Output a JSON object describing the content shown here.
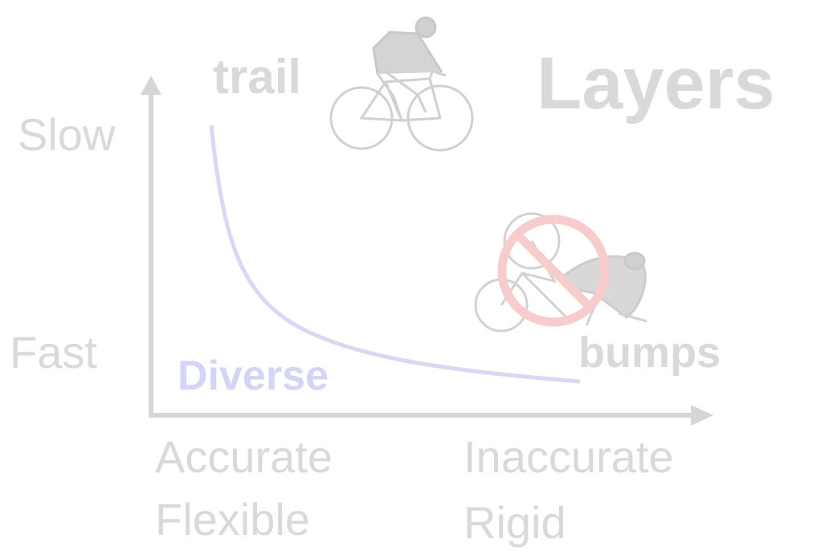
{
  "title": "Layers",
  "y_axis": {
    "top_label": "Slow",
    "bottom_label": "Fast"
  },
  "x_axis": {
    "left_label_line1": "Accurate",
    "left_label_line2": "Flexible",
    "right_label_line1": "Inaccurate",
    "right_label_line2": "Rigid"
  },
  "curve_label": "Diverse",
  "endpoints": {
    "start": "trail",
    "end": "bumps"
  },
  "icons": {
    "cyclist": "cyclist-riding-icon",
    "crash": "cyclist-crash-icon",
    "prohibited": "no-sign-icon"
  },
  "colors": {
    "text": "#d9d9d9",
    "axis": "#d6d6d6",
    "curve": "#d8d8f4",
    "curve_label": "#d4d4f6",
    "prohibited": "#f8cccc"
  }
}
